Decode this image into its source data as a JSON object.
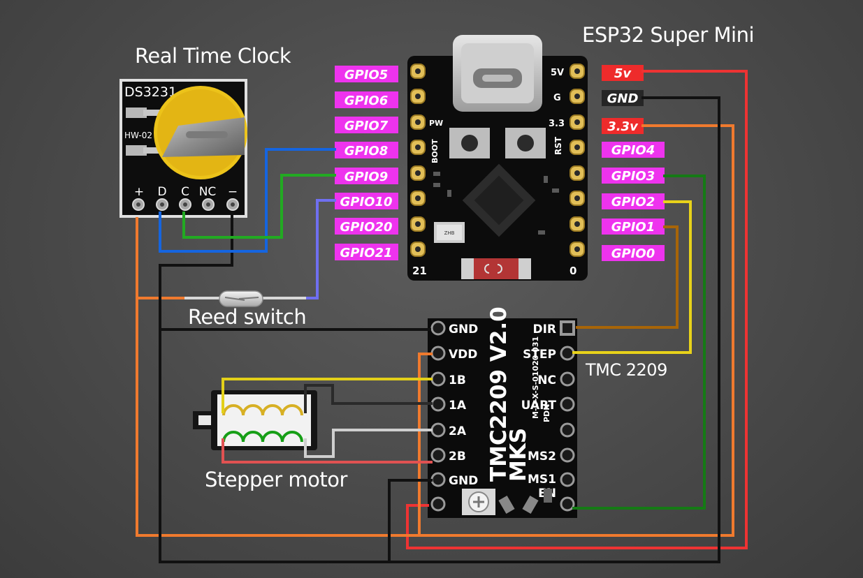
{
  "colors": {
    "wire_5v": "#ee3333",
    "wire_gnd": "#111111",
    "wire_3v3": "#f07a2e",
    "wire_gpio8": "#1565e0",
    "wire_gpio9": "#22aa22",
    "wire_gpio10": "#6f6ff0",
    "wire_dir": "#a86508",
    "wire_step": "#e8d21a",
    "wire_en": "#157a15",
    "tag_gpio": "#ee33ee",
    "tag_power": "#ee2b2b",
    "tag_gnd": "#262626"
  },
  "labels": {
    "rtc_title": "Real Time Clock",
    "esp_title": "ESP32 Super Mini",
    "reed_caption": "Reed switch",
    "tmc_title": "TMC 2209",
    "motor_caption": "Stepper motor"
  },
  "rtc": {
    "model": "DS3231",
    "sub_model": "HW-02",
    "pins": [
      "+",
      "D",
      "C",
      "NC",
      "−"
    ]
  },
  "esp32": {
    "left_pins": [
      "GPIO5",
      "GPIO6",
      "GPIO7",
      "GPIO8",
      "GPIO9",
      "GPIO10",
      "GPIO20",
      "GPIO21"
    ],
    "right_pins": [
      "5v",
      "GND",
      "3.3v",
      "GPIO4",
      "GPIO3",
      "GPIO2",
      "GPIO1",
      "GPIO0"
    ],
    "silk": {
      "v5": "5V",
      "g": "G",
      "v33": "3.3",
      "rst": "RST",
      "pw": "PW",
      "boot": "BOOT",
      "n21": "21",
      "n0": "0",
      "chip": "ZHB"
    }
  },
  "tmc2209": {
    "left_pins": [
      "GND",
      "VDD",
      "1B",
      "1A",
      "2A",
      "2B",
      "GND"
    ],
    "right_pins": [
      "DIR",
      "STEP",
      "NC",
      "UART",
      "MS2",
      "MS1",
      "EN"
    ],
    "board_text": "TMC2209 V2.0",
    "brand": "MKS",
    "part_code": "M-D-X-S-01020 031",
    "pdn": "PDN"
  }
}
